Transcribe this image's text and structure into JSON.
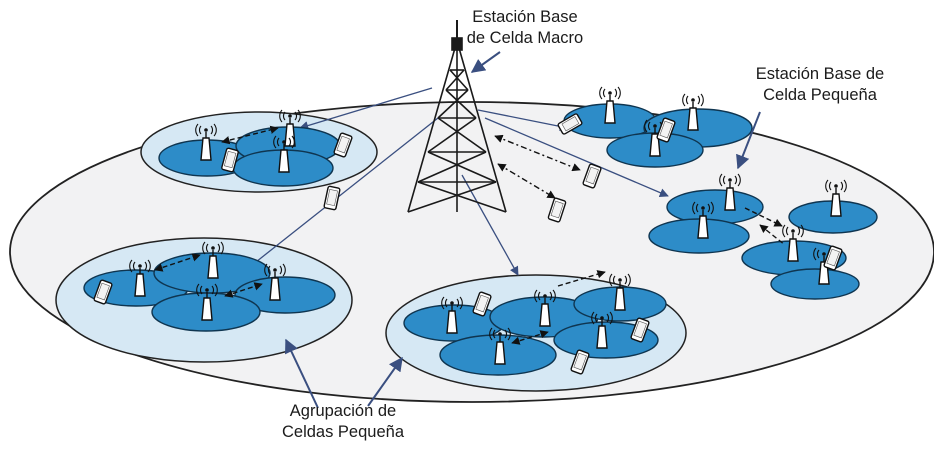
{
  "labels": {
    "macro_line1": "Estación Base",
    "macro_line2": "de Celda Macro",
    "small_line1": "Estación Base de",
    "small_line2": "Celda Pequeña",
    "cluster_line1": "Agrupación de",
    "cluster_line2": "Celdas Pequeña"
  },
  "colors": {
    "macro_area": "#f2f2f3",
    "cluster_area": "#d6e8f4",
    "small_cell": "#2d8cc8",
    "small_cell_edge": "#0f3550",
    "tower": "#1a1a1a",
    "link_line": "#3a4f80"
  },
  "icons": [
    "tower-icon",
    "antenna-icon",
    "phone-icon"
  ]
}
